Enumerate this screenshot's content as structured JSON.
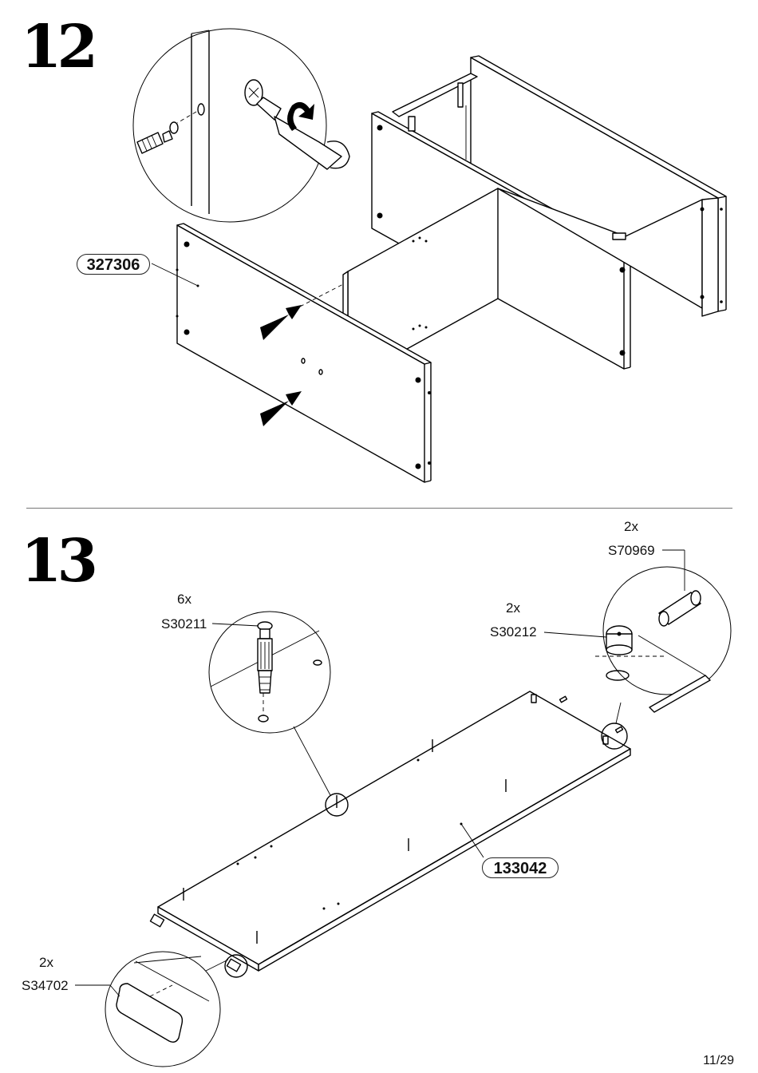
{
  "steps": [
    {
      "number": "12",
      "part_labels": [
        {
          "code": "327306"
        }
      ]
    },
    {
      "number": "13",
      "part_labels": [
        {
          "code": "133042"
        }
      ],
      "hardware": [
        {
          "qty": "6x",
          "code": "S30211",
          "icon": "cam-bolt-icon"
        },
        {
          "qty": "2x",
          "code": "S70969",
          "icon": "wood-dowel-icon"
        },
        {
          "qty": "2x",
          "code": "S30212",
          "icon": "cam-lock-icon"
        },
        {
          "qty": "2x",
          "code": "S34702",
          "icon": "foot-pad-icon"
        }
      ]
    }
  ],
  "page": {
    "number": "11/29"
  }
}
